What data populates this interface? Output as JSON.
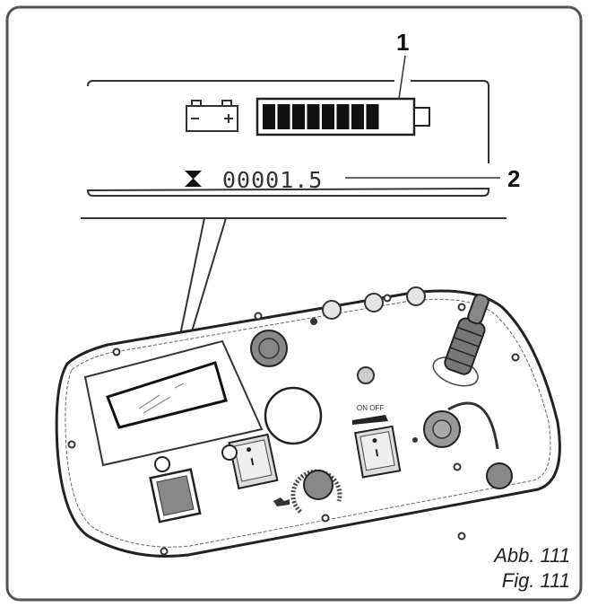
{
  "display": {
    "battery_level": 0.8,
    "battery_segments_filled": 8,
    "battery_segments_total": 10,
    "hour_counter": "00001.5",
    "icons": [
      "battery-icon",
      "hourglass-icon"
    ]
  },
  "callouts": {
    "battery_gauge": "1",
    "hour_meter": "2"
  },
  "panel": {
    "switch_label": "ON OFF"
  },
  "caption": {
    "label_de": "Abb. 111",
    "label_en": "Fig. 111"
  }
}
